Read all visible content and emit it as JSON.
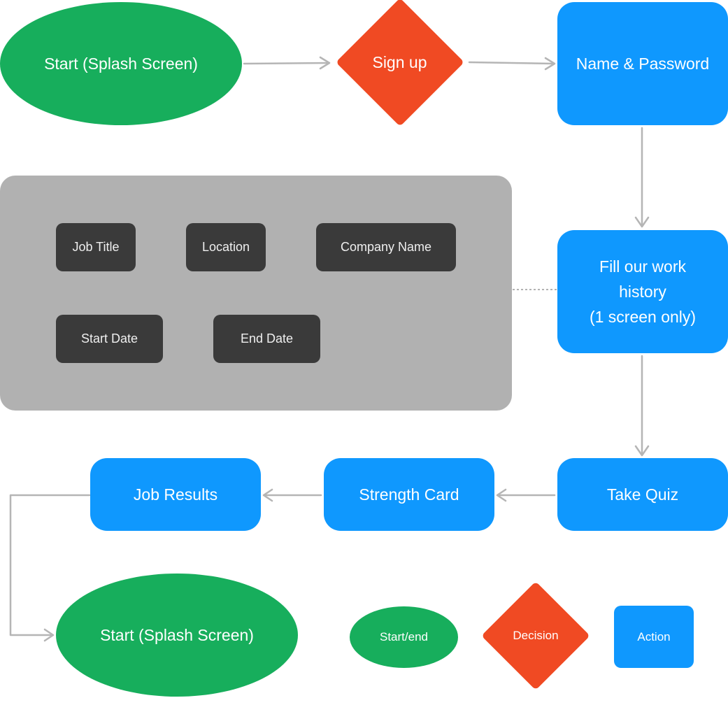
{
  "nodes": {
    "start_top": "Start (Splash Screen)",
    "sign_up": "Sign up",
    "name_password": "Name & Password",
    "work_history": [
      "Fill our work",
      "history",
      "(1 screen only)"
    ],
    "take_quiz": "Take Quiz",
    "strength_card": "Strength Card",
    "job_results": "Job Results",
    "start_bottom": "Start (Splash Screen)"
  },
  "work_history_fields": [
    "Job Title",
    "Location",
    "Company Name",
    "Start Date",
    "End Date"
  ],
  "legend": {
    "start_end": "Start/end",
    "decision": "Decision",
    "action": "Action"
  },
  "colors": {
    "start_end": "#17ae5c",
    "decision": "#f04a23",
    "action": "#0f98fe",
    "panel": "#b1b1b1",
    "field": "#3a3a3a",
    "connector": "#b5b5b5"
  }
}
